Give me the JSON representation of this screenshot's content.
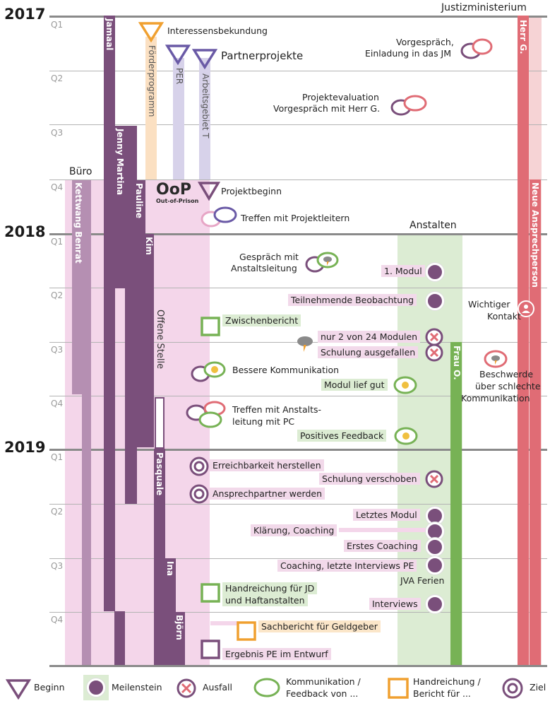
{
  "years": [
    "2017",
    "2018",
    "2019"
  ],
  "quarters": [
    "Q1",
    "Q2",
    "Q3",
    "Q4"
  ],
  "sections": {
    "buero": "Büro",
    "anstalten": "Anstalten",
    "justiz": "Justizministerium",
    "oop_title": "OoP",
    "oop_sub": "Out-of-Prison"
  },
  "people": {
    "kettwang": "Kettwang Benrat",
    "jamaal": "Jamaal",
    "jenny": "Jenny Martina",
    "pauline": "Pauline",
    "kim": "Kim",
    "offene_stelle": "Offene Stelle",
    "pasquale": "Pasquale",
    "ina": "Ina",
    "bjoern": "Björn",
    "foerderprogramm": "Förderprogramm",
    "per": "PER",
    "arbeitsgebiet": "Arbeitsgebiet T",
    "frau_o": "Frau O.",
    "herr_g": "Herr G.",
    "neue_ansprech": "Neue Ansprechperson"
  },
  "events": {
    "interessensbekundung": "Interessensbekundung",
    "partnerprojekte": "Partnerprojekte",
    "vorgespraech1": "Vorgespräch,",
    "vorgespraech2": "Einladung in das JM",
    "projektevaluation1": "Projektevaluation",
    "projektevaluation2": "Vorgespräch mit Herr G.",
    "projektbeginn": "Projektbeginn",
    "treffen_pl": "Treffen mit Projektleitern",
    "gespraech1": "Gespräch mit",
    "gespraech2": "Anstaltsleitung",
    "modul1": "1. Modul",
    "teilnehmende": "Teilnehmende Beobachtung",
    "wichtig1": "Wichtiger",
    "wichtig2": "Kontakt",
    "zwischenbericht": "Zwischenbericht",
    "nur2": "nur 2 von 24 Modulen",
    "schulung_aus": "Schulung ausgefallen",
    "bessere": "Bessere Kommunikation",
    "modul_gut": "Modul lief gut",
    "beschwerde1": "Beschwerde",
    "beschwerde2": "über schlechte",
    "beschwerde3": "Kommunikation",
    "treffen_al1": "Treffen mit Anstalts-",
    "treffen_al2": "leitung mit PC",
    "positives": "Positives Feedback",
    "erreichbarkeit": "Erreichbarkeit herstellen",
    "schulung_versch": "Schulung verschoben",
    "ansprechpartner": "Ansprechpartner werden",
    "letztes_modul": "Letztes Modul",
    "klaerung": "Klärung, Coaching",
    "erstes_coaching": "Erstes Coaching",
    "coaching_letzte": "Coaching, letzte Interviews PE",
    "jva_ferien": "JVA Ferien",
    "handreichung1": "Handreichung für JD",
    "handreichung2": "und Haftanstalten",
    "interviews": "Interviews",
    "sachbericht": "Sachbericht für Geldgeber",
    "ergebnis": "Ergebnis PE im Entwurf"
  },
  "legend": {
    "beginn": "Beginn",
    "meilenstein": "Meilenstein",
    "ausfall": "Ausfall",
    "kommunikation1": "Kommunikation /",
    "kommunikation2": "Feedback von ...",
    "handreichung1": "Handreichung /",
    "handreichung2": "Bericht für ...",
    "ziel": "Ziel"
  },
  "colors": {
    "purple": "#7a4f7b",
    "pink_band": "#f2d4e8",
    "green_band": "#dcecd3",
    "green": "#77b255",
    "red": "#e06c75",
    "orange": "#f0a030",
    "lavender": "#cfc8e6"
  }
}
